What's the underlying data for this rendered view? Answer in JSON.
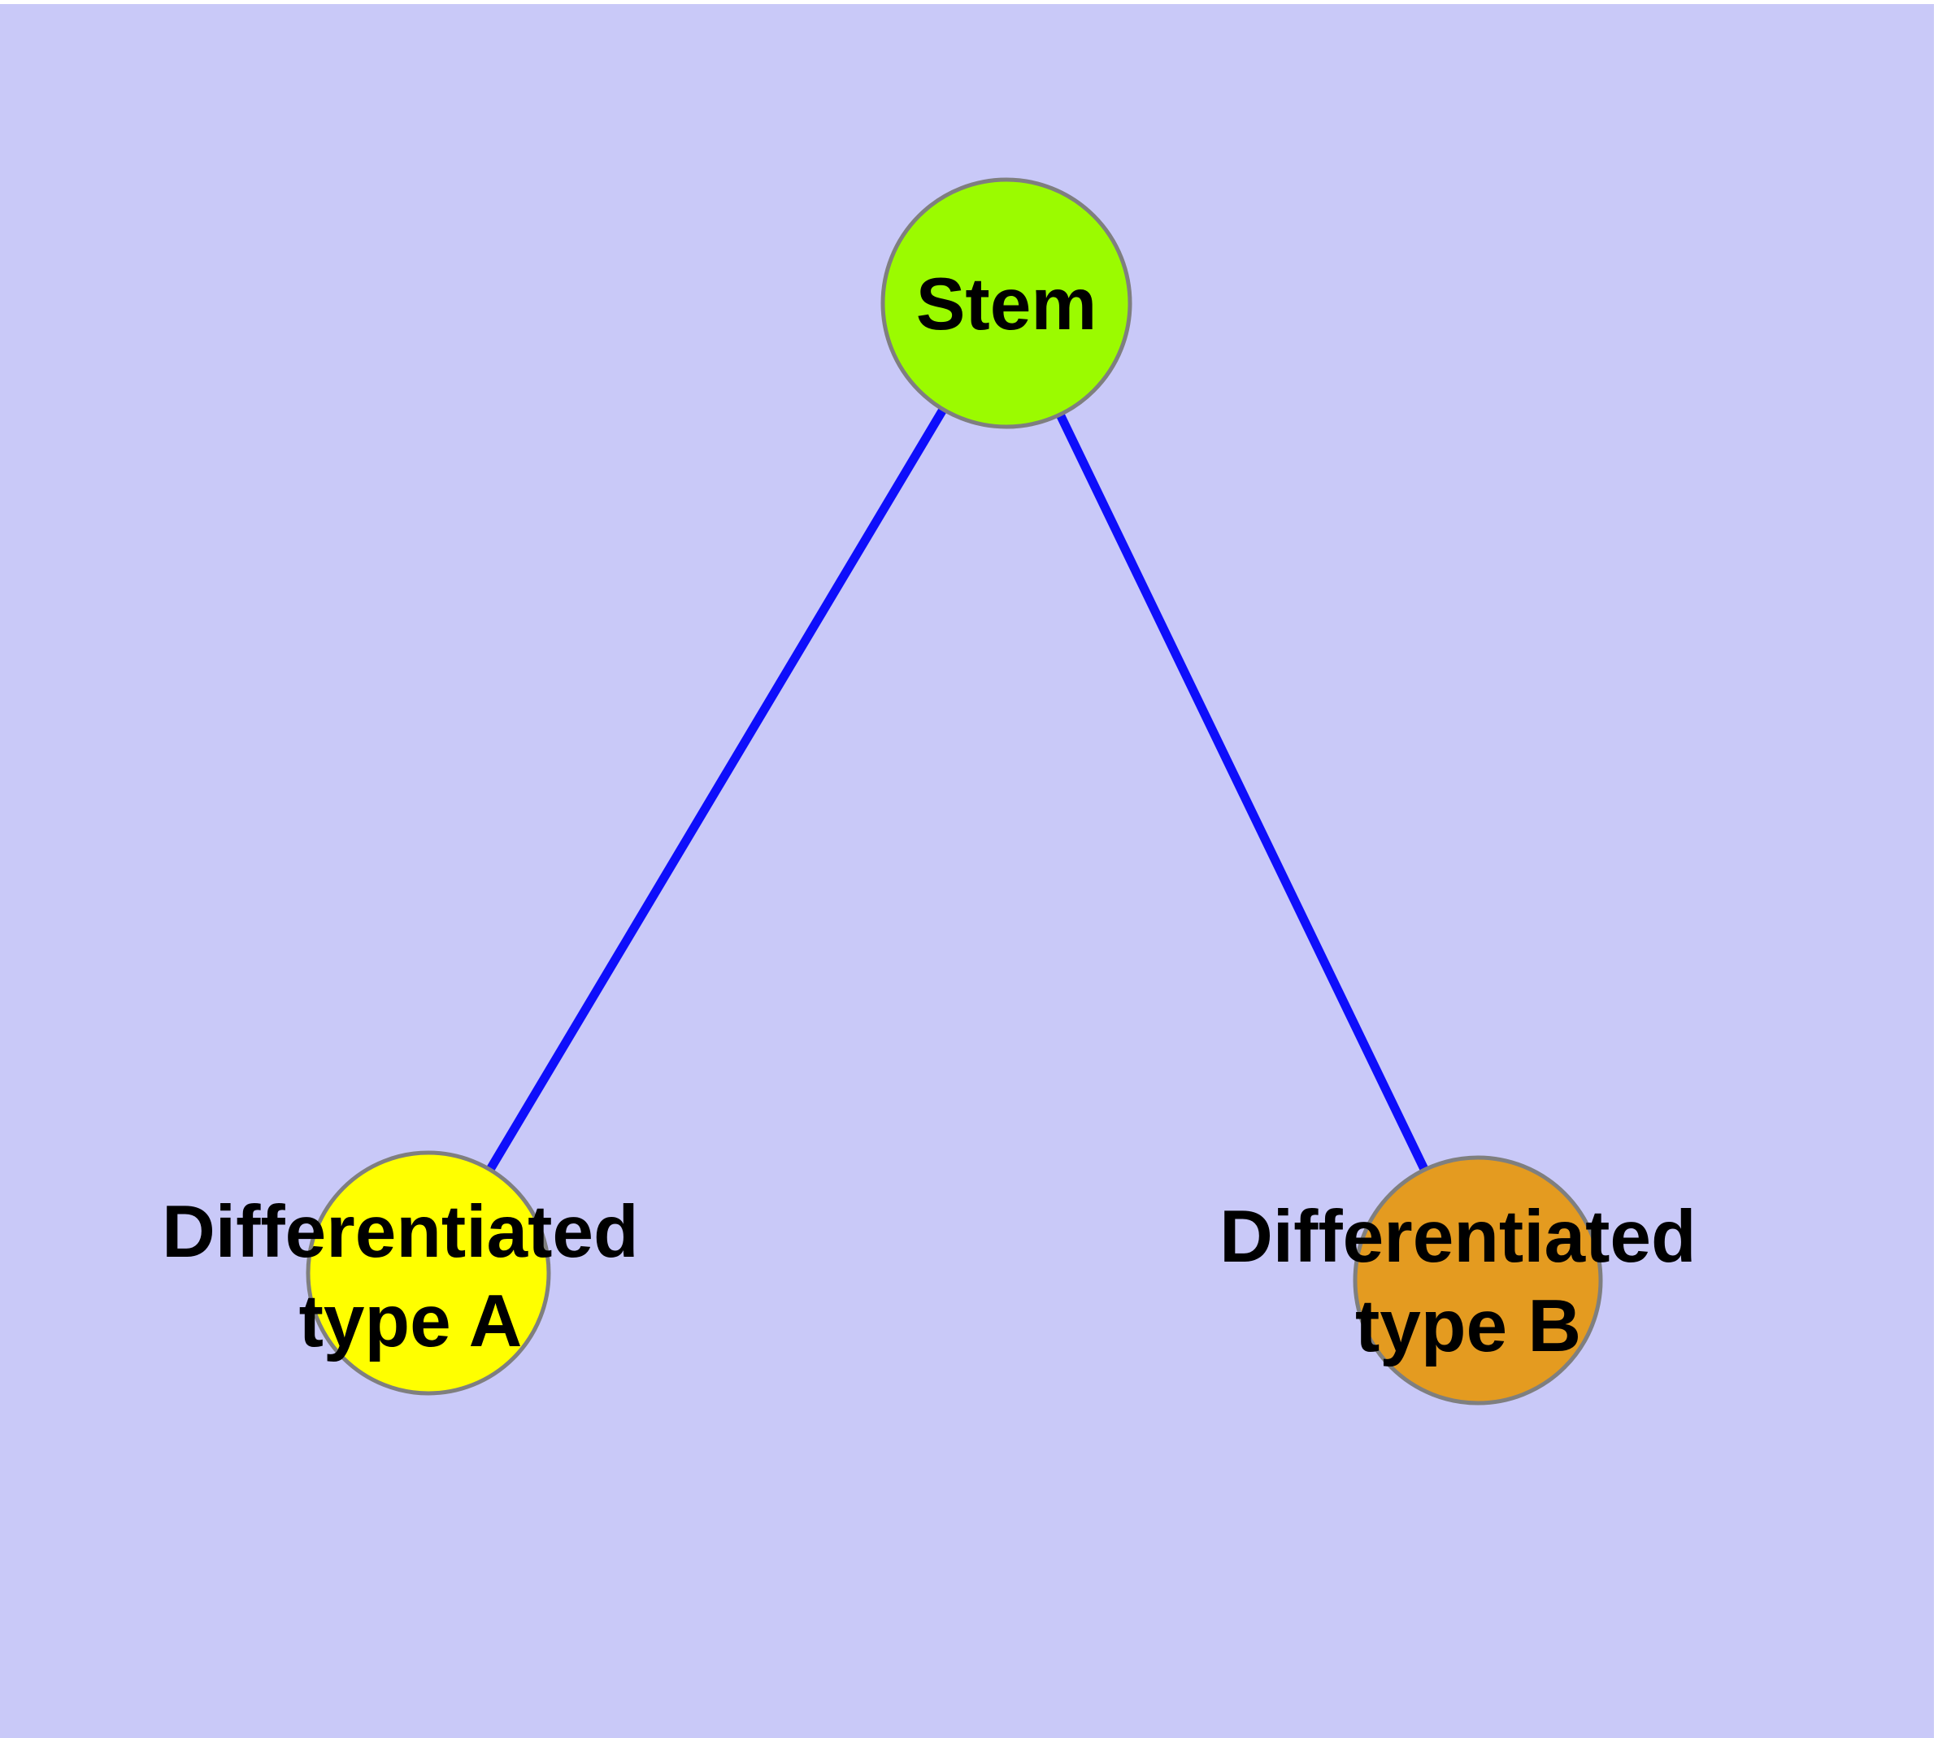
{
  "diagram": {
    "type": "graph",
    "background": "#C9C9F8",
    "margin_color": "#FFFFFF",
    "edge_color": "#0E0EFB",
    "node_stroke_color": "#7F7F7F",
    "label_color": "#000000",
    "nodes": {
      "stem": {
        "label": "Stem",
        "fill": "#9BFB00"
      },
      "typeA": {
        "label_line1": "Differentiated",
        "label_line2": "type A",
        "fill": "#FFFF00"
      },
      "typeB": {
        "label_line1": "Differentiated",
        "label_line2": "type B",
        "fill": "#E49B20"
      }
    },
    "edges": [
      {
        "from": "Stem",
        "to": "Differentiated type A"
      },
      {
        "from": "Stem",
        "to": "Differentiated type B"
      }
    ]
  }
}
